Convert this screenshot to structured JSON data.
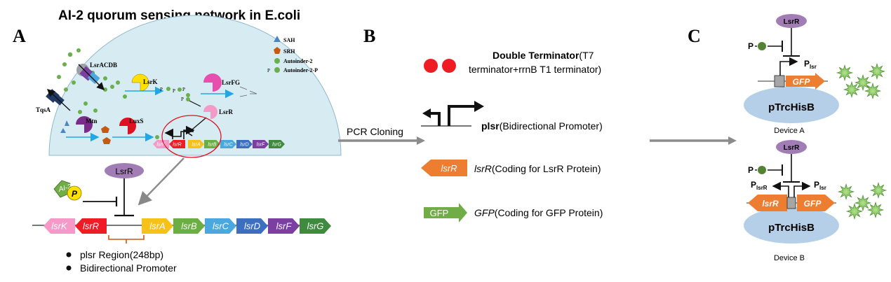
{
  "title": "AI-2 quorum sensing network in E.coli",
  "panels": {
    "a": "A",
    "b": "B",
    "c": "C"
  },
  "cell": {
    "legend": {
      "sah": "SAH",
      "srh": "SRH",
      "ai2": "Autoinder-2",
      "ai2p": "Autoinder-2-P",
      "p_prefix": "P"
    },
    "proteins": {
      "lsracdb": "LsrACDB",
      "tqsa": "TqsA",
      "lsrk": "LsrK",
      "lsrfg": "LsrFG",
      "lsrr": "LsrR",
      "mtn": "Mtn",
      "luxs": "LuxS"
    },
    "p_labels": [
      "P",
      "P",
      "P"
    ],
    "genes": [
      "lsrK",
      "lsrR",
      "lsrA",
      "lsrB",
      "lsrC",
      "lsrD",
      "lsrF",
      "lsrG"
    ]
  },
  "operon": {
    "repressor": "LsrR",
    "ai2": "AI-2",
    "p": "P",
    "genes": [
      "lsrK",
      "lsrR",
      "lsrA",
      "lsrB",
      "lsrC",
      "lsrD",
      "lsrF",
      "lsrG"
    ],
    "bullets": [
      "plsr Region(248bp)",
      "Bidirectional Promoter"
    ]
  },
  "legend_b": {
    "terminator_bold": "Double Terminator",
    "terminator_rest1": "(T7",
    "terminator_rest2": "terminator+rrnB T1 terminator)",
    "promoter_bold": "plsr",
    "promoter_rest": "(Bidirectional Promoter)",
    "lsrr_arrow": "lsrR",
    "lsrr_italic": "lsrR",
    "lsrr_rest": "(Coding for LsrR Protein)",
    "gfp_arrow": "GFP",
    "gfp_italic": "GFP",
    "gfp_rest": "(Coding for GFP Protein)",
    "pcr": "PCR Cloning"
  },
  "devices": {
    "a": {
      "lsrr": "LsrR",
      "p": "P",
      "promoter": "P",
      "promoter_sub": "lsr",
      "gfp": "GFP",
      "plasmid": "pTrcHisB",
      "caption": "Device A"
    },
    "b": {
      "lsrr": "LsrR",
      "p": "P",
      "promoter_left": "P",
      "promoter_left_sub": "lsrR",
      "promoter_right": "P",
      "promoter_right_sub": "lsr",
      "lsrr_gene": "lsrR",
      "gfp": "GFP",
      "plasmid": "pTrcHisB",
      "caption": "Device B"
    }
  },
  "colors": {
    "cell": "#d7ebf3",
    "ai2": "#6ab04c",
    "lsrk": "#ffe000",
    "lsrfg": "#e84eae",
    "lsrr_pink": "#f29ac8",
    "luxs": "#e01020",
    "mtn": "#7a2c8a",
    "lsrr_purple": "#a27db5",
    "arrow_blue": "#21a7e5",
    "gfp_orange": "#ed7d31",
    "gfp_green": "#70ad47",
    "terminator": "#ee1d23",
    "plasmid": "#b5cfe8",
    "gene_colors": [
      "#f59ac8",
      "#ee1c25",
      "#f6c21a",
      "#6bae44",
      "#4aa8df",
      "#3d6fc1",
      "#7a3fa0",
      "#3f8a3f"
    ]
  }
}
